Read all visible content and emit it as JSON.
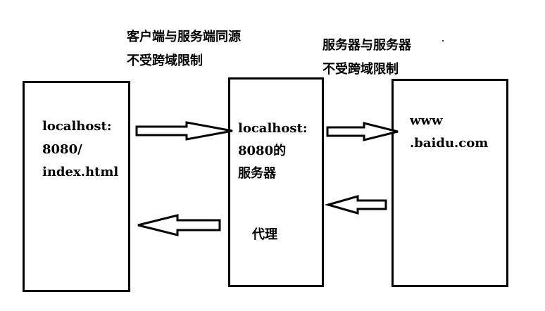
{
  "annotations": {
    "client_server_line1": "客户端与服务端同源",
    "client_server_line2": "不受跨域限制",
    "server_server_line1": "服务器与服务器",
    "server_server_line2": "不受跨域限制"
  },
  "boxes": {
    "client": {
      "line1": "localhost:",
      "line2": "8080/",
      "line3": "index.html"
    },
    "proxy": {
      "line1": "localhost:",
      "line2": "8080的",
      "line3": "服务器",
      "label": "代理"
    },
    "remote": {
      "line1": "www",
      "line2": ".baidu.com"
    }
  }
}
